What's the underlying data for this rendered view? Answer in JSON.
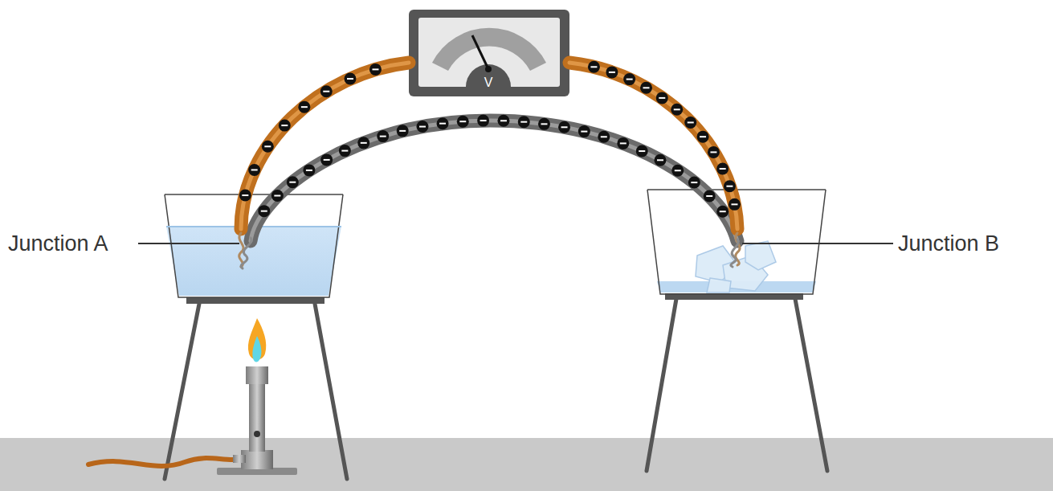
{
  "diagram": {
    "labels": [
      "Junction A",
      "Junction B",
      "V"
    ]
  }
}
